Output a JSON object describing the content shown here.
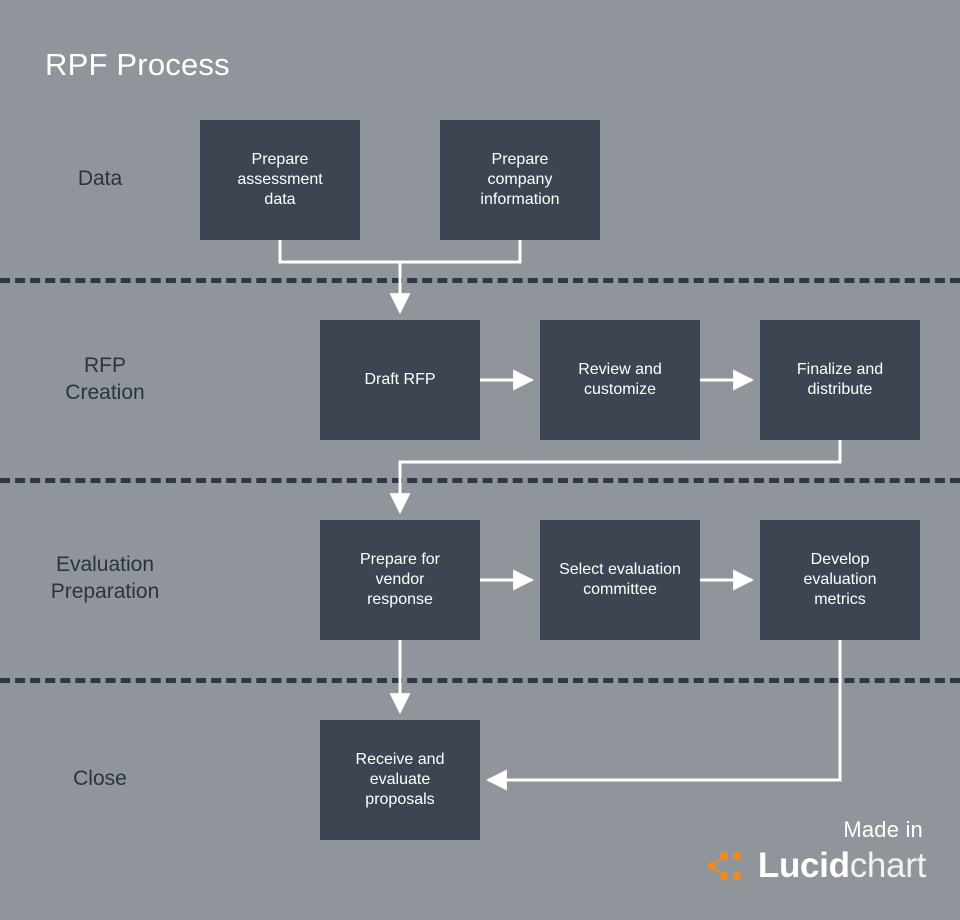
{
  "title": "RPF Process",
  "colors": {
    "background": "#8f959a",
    "node_fill": "#3c4551",
    "node_text": "#ffffff",
    "lane_divider": "#2f3943",
    "lane_label_text": "#2b333c",
    "edge": "#ffffff",
    "brand_orange": "#f08a24"
  },
  "lanes": [
    {
      "label": "Data"
    },
    {
      "label": "RFP\nCreation"
    },
    {
      "label": "Evaluation\nPreparation"
    },
    {
      "label": "Close"
    }
  ],
  "nodes": [
    {
      "id": "prepare-assessment-data",
      "label": "Prepare\nassessment\ndata",
      "lane": "Data"
    },
    {
      "id": "prepare-company-info",
      "label": "Prepare\ncompany\ninformation",
      "lane": "Data"
    },
    {
      "id": "draft-rfp",
      "label": "Draft RFP",
      "lane": "RFP Creation"
    },
    {
      "id": "review-and-customize",
      "label": "Review and\ncustomize",
      "lane": "RFP Creation"
    },
    {
      "id": "finalize-and-distribute",
      "label": "Finalize and\ndistribute",
      "lane": "RFP Creation"
    },
    {
      "id": "prepare-vendor-response",
      "label": "Prepare for\nvendor\nresponse",
      "lane": "Evaluation Preparation"
    },
    {
      "id": "select-evaluation-committee",
      "label": "Select evaluation\ncommittee",
      "lane": "Evaluation Preparation"
    },
    {
      "id": "develop-evaluation-metrics",
      "label": "Develop\nevaluation\nmetrics",
      "lane": "Evaluation Preparation"
    },
    {
      "id": "receive-evaluate-proposals",
      "label": "Receive and\nevaluate\nproposals",
      "lane": "Close"
    }
  ],
  "edges": [
    {
      "from": "prepare-assessment-data",
      "to": "draft-rfp"
    },
    {
      "from": "prepare-company-info",
      "to": "draft-rfp"
    },
    {
      "from": "draft-rfp",
      "to": "review-and-customize"
    },
    {
      "from": "review-and-customize",
      "to": "finalize-and-distribute"
    },
    {
      "from": "finalize-and-distribute",
      "to": "prepare-vendor-response"
    },
    {
      "from": "prepare-vendor-response",
      "to": "select-evaluation-committee"
    },
    {
      "from": "select-evaluation-committee",
      "to": "develop-evaluation-metrics"
    },
    {
      "from": "prepare-vendor-response",
      "to": "receive-evaluate-proposals"
    },
    {
      "from": "develop-evaluation-metrics",
      "to": "receive-evaluate-proposals"
    }
  ],
  "watermark": {
    "made_in": "Made in",
    "brand_bold": "Lucid",
    "brand_light": "chart"
  }
}
